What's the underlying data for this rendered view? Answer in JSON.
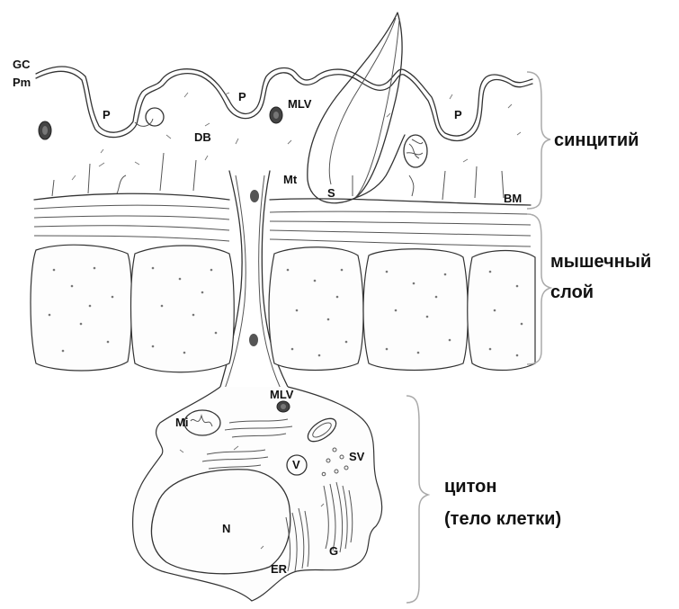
{
  "labels": {
    "gc": "GC",
    "pm": "Pm",
    "p1": "P",
    "p2": "P",
    "p3": "P",
    "db": "DB",
    "mlv_top": "MLV",
    "mt": "Mt",
    "s": "S",
    "bm": "BM",
    "mlv_cyton": "MLV",
    "mi": "Mi",
    "v": "V",
    "sv": "SV",
    "n": "N",
    "er": "ER",
    "g": "G"
  },
  "regions": {
    "syncytium": "синцитий",
    "muscle_line1": "мышечный",
    "muscle_line2": "слой",
    "cyton_line1": "цитон",
    "cyton_line2": "(тело клетки)"
  }
}
